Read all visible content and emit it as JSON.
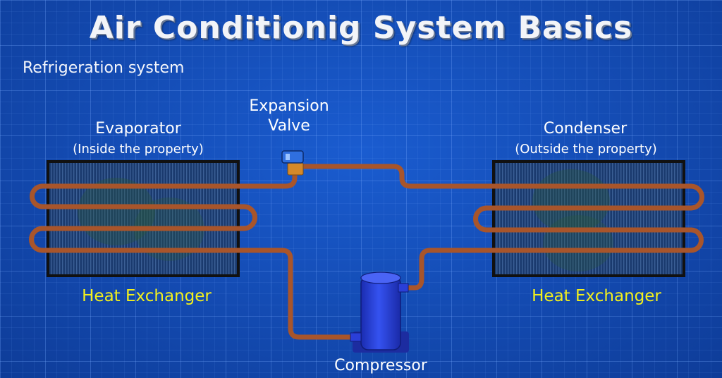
{
  "title": "Air Conditionig System Basics",
  "subtitle": "Refrigeration system",
  "evaporator": {
    "label": "Evaporator",
    "location": "(Inside the property)",
    "role": "Heat Exchanger"
  },
  "condenser": {
    "label": "Condenser",
    "location": "(Outside the property)",
    "role": "Heat Exchanger"
  },
  "expansion_valve": {
    "line1": "Expansion",
    "line2": "Valve"
  },
  "compressor": {
    "label": "Compressor"
  },
  "colors": {
    "background": "#1147b0",
    "pipe": "#a8552b",
    "highlight_text": "#f3f01c",
    "compressor": "#2a3fd8"
  }
}
